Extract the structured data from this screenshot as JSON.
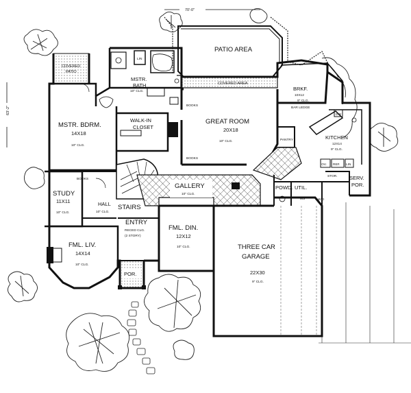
{
  "dimensions": {
    "width": "70'-0\"",
    "depth": "63'-2\""
  },
  "rooms": {
    "patio_area": {
      "name": "PATIO AREA"
    },
    "covered_area": {
      "name": "COVERED AREA"
    },
    "covered_patio": {
      "name_line1": "COVERED",
      "name_line2": "PATIO"
    },
    "mstr_bath": {
      "name_line1": "MSTR.",
      "name_line2": "BATH",
      "ceiling": "10\" CLG."
    },
    "lin_top": {
      "name": "LIN"
    },
    "mstr_bdrm": {
      "name": "MSTR. BDRM.",
      "size": "14X18",
      "ceiling": "10\" CLG."
    },
    "walk_in_closet": {
      "name_line1": "WALK-IN",
      "name_line2": "CLOSET"
    },
    "books_upper": {
      "name": "BOOKS"
    },
    "books_lower": {
      "name": "BOOKS"
    },
    "great_room": {
      "name": "GREAT ROOM",
      "size": "20X18",
      "ceiling": "10\" CLG."
    },
    "brkf": {
      "name": "BRKF.",
      "size": "10X12",
      "ceiling": "9\" CLG."
    },
    "bar_ledge": {
      "name": "BAR LEDGE"
    },
    "dw": {
      "name": "DW"
    },
    "kitchen": {
      "name": "KITCHEN",
      "size": "12X14",
      "ceiling": "9\" CLG."
    },
    "pantry": {
      "name": "PANTRY"
    },
    "ov": {
      "name": "OV."
    },
    "ref": {
      "name": "REF."
    },
    "lin_mid": {
      "name": "LIN"
    },
    "books_study": {
      "name": "BOOKS"
    },
    "study": {
      "name": "STUDY",
      "size": "11X11",
      "ceiling": "10\" CLG."
    },
    "hall": {
      "name": "HALL",
      "ceiling": "10\" CLG."
    },
    "stairs": {
      "name": "STAIRS"
    },
    "gallery": {
      "name": "GALLERY",
      "ceiling": "10\" CLG."
    },
    "powder": {
      "name": "POWD."
    },
    "utility": {
      "name": "UTIL."
    },
    "stor": {
      "name": "STOR."
    },
    "serv_por": {
      "name_line1": "SERV.",
      "name_line2": "POR."
    },
    "wd": {
      "name": "W  D"
    },
    "ms": {
      "name": "MS"
    },
    "entry": {
      "name": "ENTRY",
      "ceiling_line1": "RECED CLG.",
      "ceiling_line2": "(2 STORY)"
    },
    "fml_din": {
      "name": "FML. DIN.",
      "size": "12X12",
      "ceiling": "10\" CLG."
    },
    "three_car_garage": {
      "name_line1": "THREE CAR",
      "name_line2": "GARAGE",
      "size": "22X30",
      "ceiling": "9\" CLG."
    },
    "fml_liv": {
      "name": "FML. LIV.",
      "size": "14X14",
      "ceiling": "10\" CLG."
    },
    "por": {
      "name": "POR."
    }
  },
  "colors": {
    "line": "#111111",
    "background": "#ffffff"
  }
}
